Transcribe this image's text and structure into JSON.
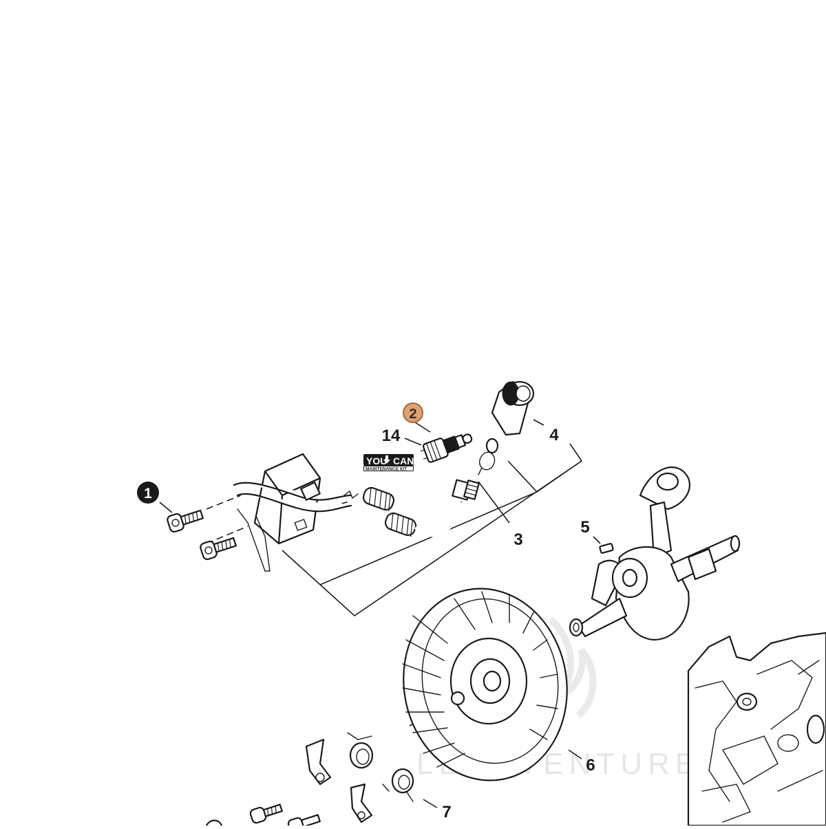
{
  "diagram": {
    "callouts": {
      "c1": "1",
      "c2": "2",
      "c3": "3",
      "c4": "4",
      "c5": "5",
      "c6": "6",
      "c7": "7",
      "c14": "14"
    },
    "badge": {
      "line1_left": "YOU",
      "line1_right": "CAN",
      "line2": "MAINTENANCE KIT"
    },
    "watermark": "LEADVENTURE",
    "colors": {
      "ink": "#1a1a1a",
      "highlight_fill": "#e0a070",
      "highlight_stroke": "#9a6a40",
      "watermark": "#e6e6e6"
    }
  }
}
